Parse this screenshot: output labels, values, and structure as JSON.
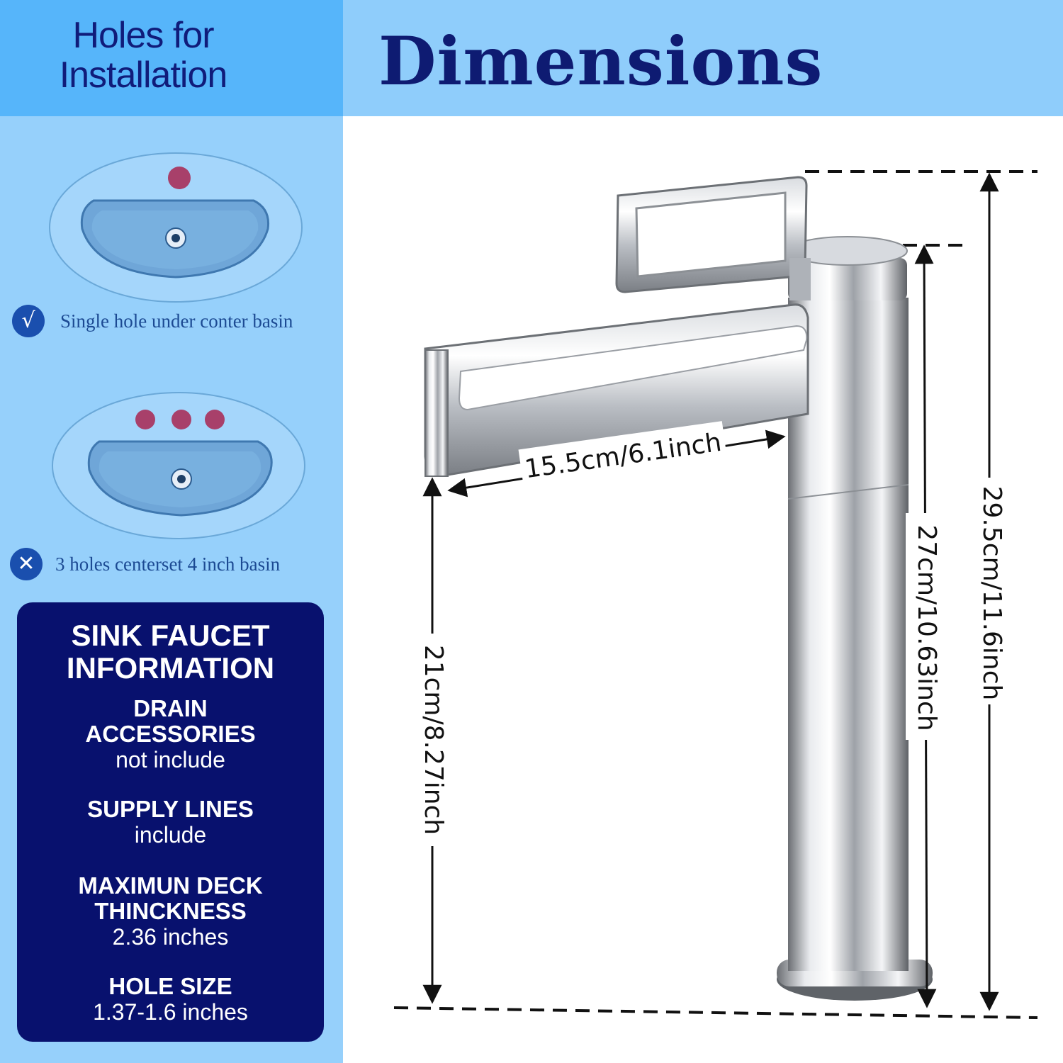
{
  "left_panel": {
    "title_line1": "Holes for",
    "title_line2": "Installation",
    "options": [
      {
        "icon": "check-icon",
        "glyph": "√",
        "label": "Single hole under conter basin"
      },
      {
        "icon": "cross-icon",
        "glyph": "✕",
        "label": "3 holes centerset 4 inch basin"
      }
    ]
  },
  "main_title": "Dimensions",
  "info": {
    "title_line1": "SINK FAUCET",
    "title_line2": "INFORMATION",
    "items": [
      {
        "label_line1": "DRAIN",
        "label_line2": "ACCESSORIES",
        "value": "not include"
      },
      {
        "label_line1": "SUPPLY LINES",
        "label_line2": "",
        "value": "include"
      },
      {
        "label_line1": "MAXIMUN DECK",
        "label_line2": "THINCKNESS",
        "value": "2.36 inches"
      },
      {
        "label_line1": "HOLE SIZE",
        "label_line2": "",
        "value": "1.37-1.6 inches"
      }
    ]
  },
  "dimensions": {
    "spout_length": "15.5cm/6.1inch",
    "spout_height": "21cm/8.27inch",
    "body_height": "27cm/10.63inch",
    "total_height": "29.5cm/11.6inch"
  },
  "colors": {
    "left_panel": "#96d0fb",
    "left_header": "#56b5fa",
    "right_header": "#8fcdfb",
    "title_navy": "#0e1b72",
    "info_card": "#08116e",
    "hole_red": "#a8406a",
    "basin_blue": "#6fa6d8",
    "icon_blue": "#1a4fae"
  }
}
